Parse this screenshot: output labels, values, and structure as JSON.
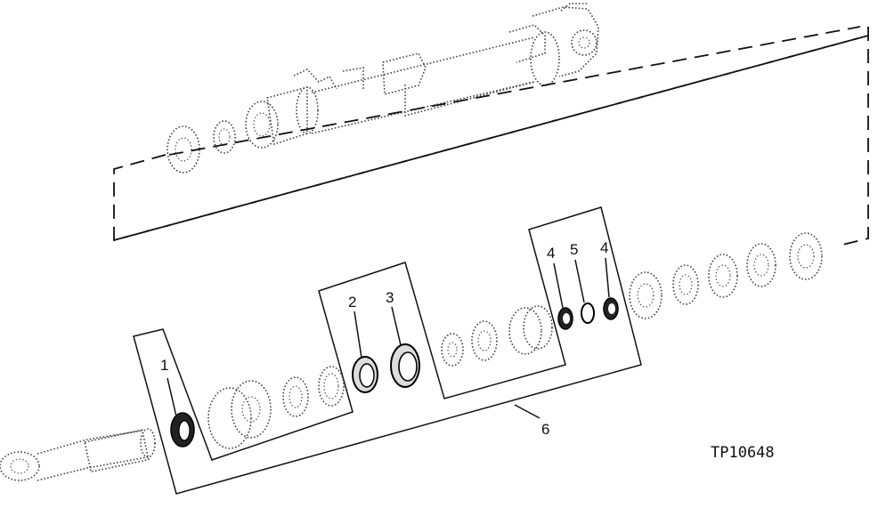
{
  "figure": {
    "id_label": "TP10648",
    "callouts": [
      {
        "number": "1",
        "part": "seal-ring"
      },
      {
        "number": "2",
        "part": "ring"
      },
      {
        "number": "3",
        "part": "ring"
      },
      {
        "number": "4",
        "part": "seal"
      },
      {
        "number": "5",
        "part": "o-ring"
      },
      {
        "number": "4",
        "part": "seal"
      },
      {
        "number": "6",
        "part": "seal-kit"
      }
    ]
  }
}
